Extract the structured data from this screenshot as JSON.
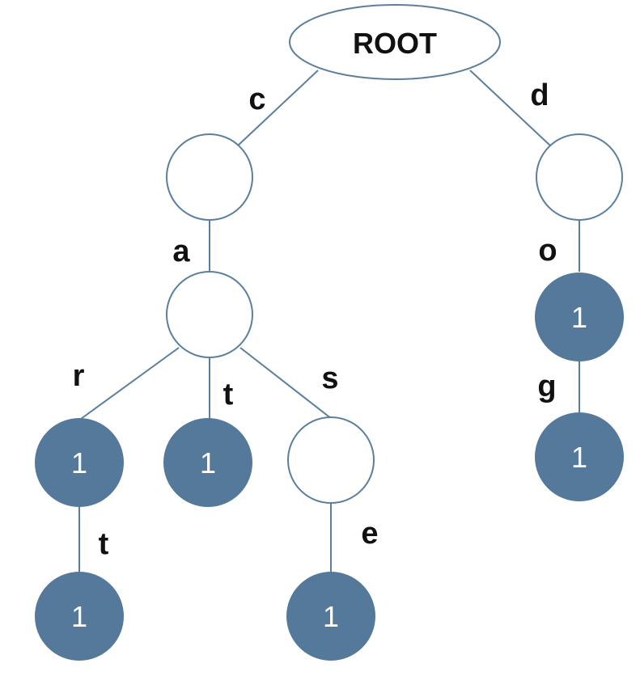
{
  "root": {
    "label": "ROOT"
  },
  "edges": {
    "root_left": "c",
    "root_right": "d",
    "c_a": "a",
    "a_r": "r",
    "a_t": "t",
    "a_s": "s",
    "r_t": "t",
    "s_e": "e",
    "d_o": "o",
    "o_g": "g"
  },
  "counts": {
    "ar": "1",
    "at": "1",
    "art": "1",
    "ase": "1",
    "do": "1",
    "dog": "1"
  },
  "colors": {
    "filled_node": "#55799a",
    "edge": "#5a7f9e",
    "empty_node": "#ffffff"
  }
}
